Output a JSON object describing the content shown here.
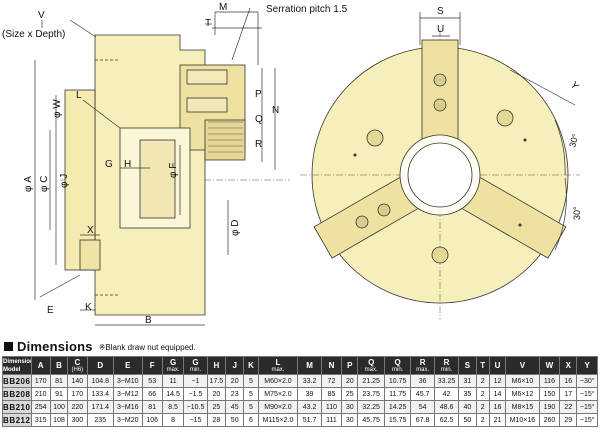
{
  "diagram": {
    "title_v": "V",
    "size_x_depth": "(Size x Depth)",
    "serration_pitch": "Serration pitch 1.5",
    "side_labels": {
      "M": "M",
      "T": "T",
      "P": "P",
      "N": "N",
      "Q": "Q",
      "R": "R",
      "L": "L",
      "W": "φ W",
      "A": "φ A",
      "C": "φ C",
      "J": "φ J",
      "G": "G",
      "H": "H",
      "F": "φ F",
      "D": "φ D",
      "X": "X",
      "E": "E",
      "K": "K",
      "B": "B"
    },
    "front_labels": {
      "S": "S",
      "U": "U",
      "Y": "Y",
      "angle1": "30°",
      "angle2": "30°"
    }
  },
  "section": {
    "title": "Dimensions",
    "note": "※Blank draw nut equipped."
  },
  "table": {
    "corner_top": "Dimensions",
    "corner_bottom": "Model",
    "headers": [
      {
        "main": "A",
        "sub": ""
      },
      {
        "main": "B",
        "sub": ""
      },
      {
        "main": "C",
        "sub": "(H6)"
      },
      {
        "main": "D",
        "sub": ""
      },
      {
        "main": "E",
        "sub": ""
      },
      {
        "main": "F",
        "sub": ""
      },
      {
        "main": "G",
        "sub": "max."
      },
      {
        "main": "G",
        "sub": "min."
      },
      {
        "main": "H",
        "sub": ""
      },
      {
        "main": "J",
        "sub": ""
      },
      {
        "main": "K",
        "sub": ""
      },
      {
        "main": "L",
        "sub": "max."
      },
      {
        "main": "M",
        "sub": ""
      },
      {
        "main": "N",
        "sub": ""
      },
      {
        "main": "P",
        "sub": ""
      },
      {
        "main": "Q",
        "sub": "max."
      },
      {
        "main": "Q",
        "sub": "min."
      },
      {
        "main": "R",
        "sub": "max."
      },
      {
        "main": "R",
        "sub": "min."
      },
      {
        "main": "S",
        "sub": ""
      },
      {
        "main": "T",
        "sub": ""
      },
      {
        "main": "U",
        "sub": ""
      },
      {
        "main": "V",
        "sub": ""
      },
      {
        "main": "W",
        "sub": ""
      },
      {
        "main": "X",
        "sub": ""
      },
      {
        "main": "Y",
        "sub": ""
      }
    ],
    "rows": [
      {
        "model": "BB206",
        "cells": [
          "170",
          "81",
          "140",
          "104.8",
          "3−M10",
          "53",
          "11",
          "−1",
          "17.5",
          "20",
          "5",
          "M60×2.0",
          "33.2",
          "72",
          "20",
          "21.25",
          "10.75",
          "36",
          "33.25",
          "31",
          "2",
          "12",
          "M6×10",
          "116",
          "16",
          "−30°"
        ]
      },
      {
        "model": "BB208",
        "cells": [
          "210",
          "91",
          "170",
          "133.4",
          "3−M12",
          "66",
          "14.5",
          "−1.5",
          "20",
          "23",
          "5",
          "M75×2.0",
          "39",
          "85",
          "25",
          "23.75",
          "11.75",
          "45.7",
          "42",
          "35",
          "2",
          "14",
          "M6×12",
          "150",
          "17",
          "−15°"
        ]
      },
      {
        "model": "BB210",
        "cells": [
          "254",
          "100",
          "220",
          "171.4",
          "3−M16",
          "81",
          "8.5",
          "−10.5",
          "25",
          "45",
          "5",
          "M90×2.0",
          "43.2",
          "110",
          "30",
          "32.25",
          "14.25",
          "54",
          "48.6",
          "40",
          "2",
          "16",
          "M8×15",
          "190",
          "22",
          "−15°"
        ]
      },
      {
        "model": "BB212",
        "cells": [
          "315",
          "108",
          "300",
          "235",
          "3−M20",
          "106",
          "8",
          "−15",
          "28",
          "50",
          "6",
          "M115×2.0",
          "51.7",
          "111",
          "30",
          "45.75",
          "15.75",
          "67.8",
          "62.5",
          "50",
          "2",
          "21",
          "M10×16",
          "260",
          "29",
          "−15°"
        ]
      }
    ]
  }
}
